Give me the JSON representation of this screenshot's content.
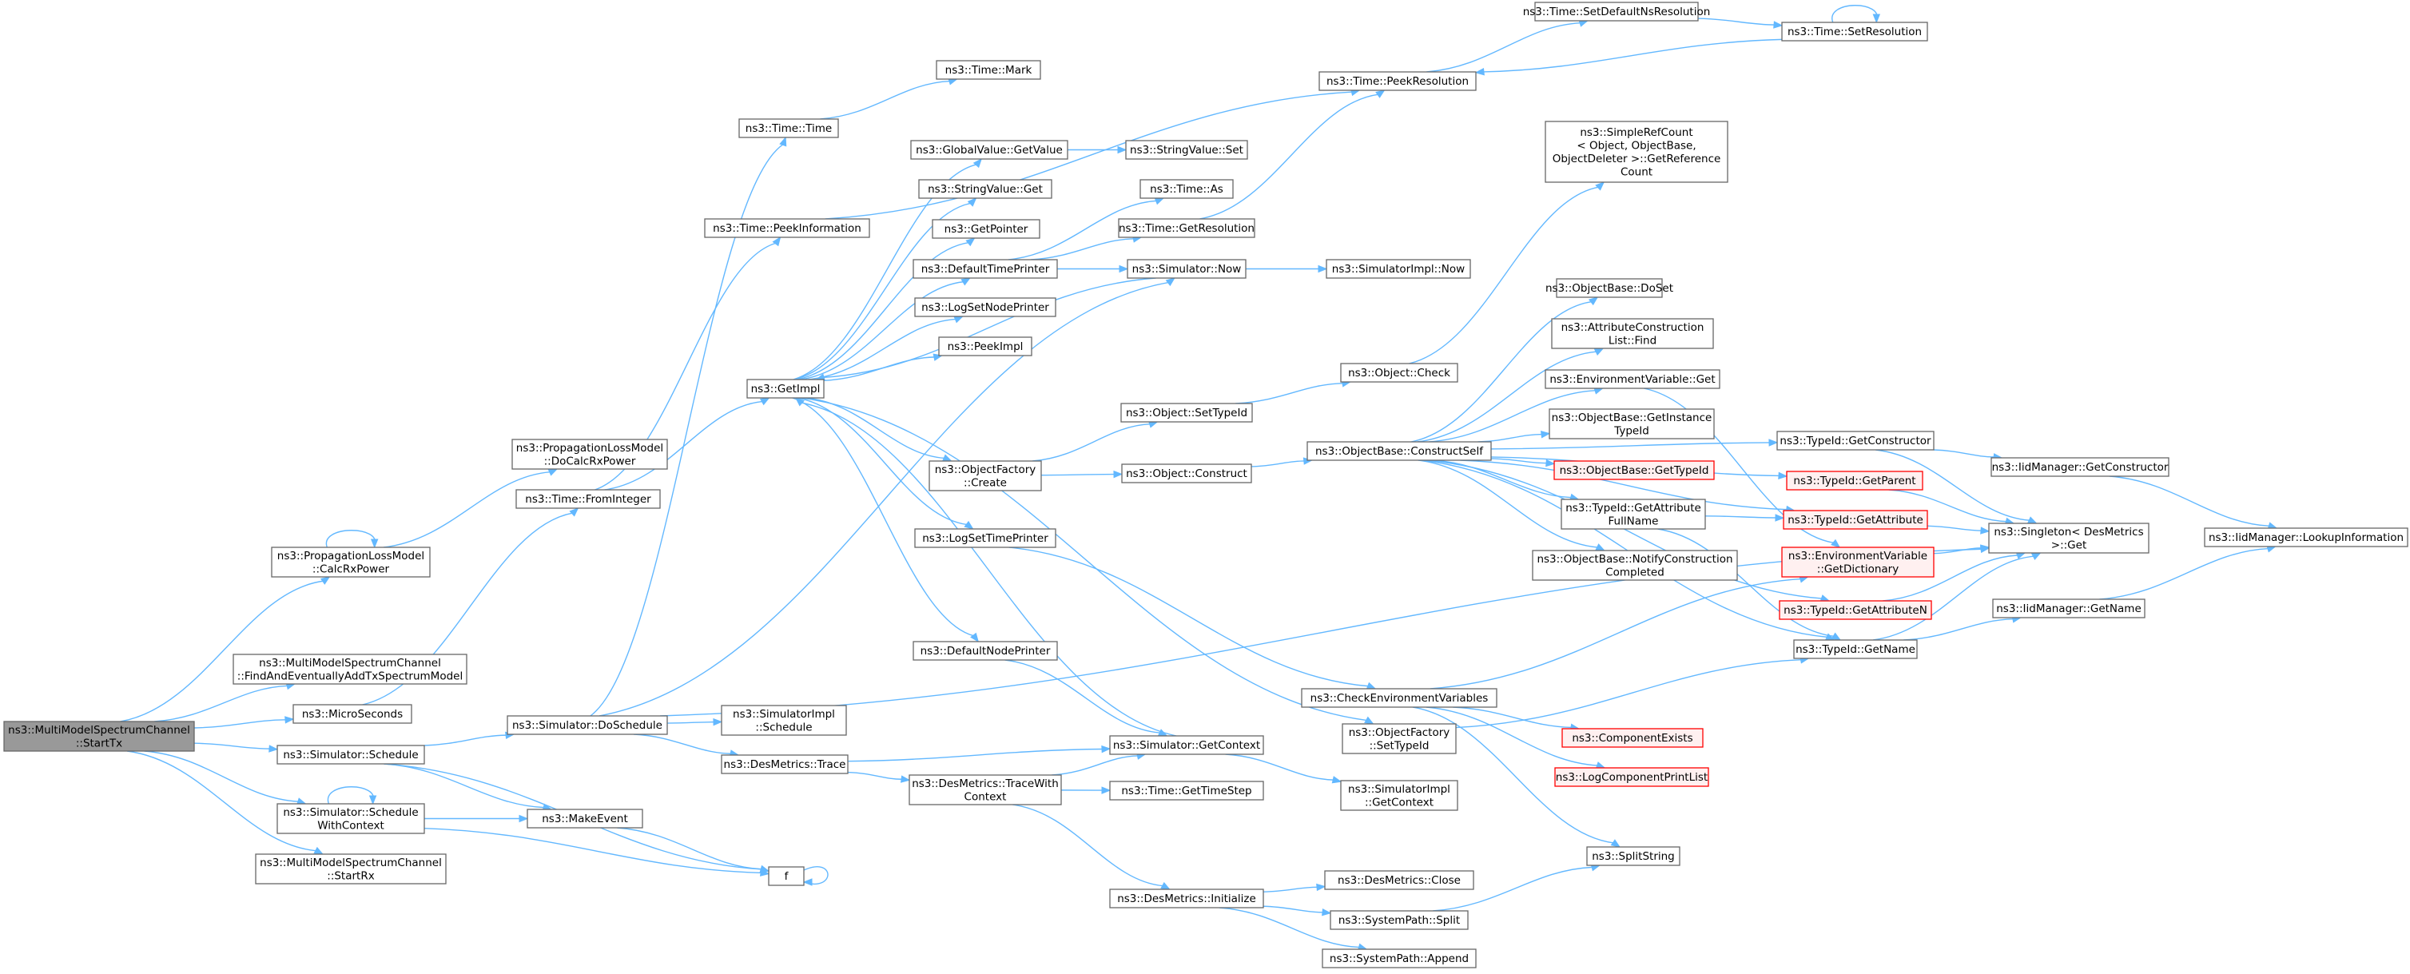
{
  "colors": {
    "edge": "#63b8ff",
    "node_border": "#666666",
    "root_fill": "#999999",
    "truncated_border": "#ff0000",
    "truncated_fill": "#fff0f0"
  },
  "nodes": [
    {
      "id": "starttx",
      "lines": [
        "ns3::MultiModelSpectrumChannel",
        "::StartTx"
      ],
      "style": "root"
    },
    {
      "id": "calcrxpower",
      "lines": [
        "ns3::PropagationLossModel",
        "::CalcRxPower"
      ]
    },
    {
      "id": "findaddtx",
      "lines": [
        "ns3::MultiModelSpectrumChannel",
        "::FindAndEventuallyAddTxSpectrumModel"
      ]
    },
    {
      "id": "microseconds",
      "lines": [
        "ns3::MicroSeconds"
      ]
    },
    {
      "id": "sim_schedule",
      "lines": [
        "ns3::Simulator::Schedule"
      ]
    },
    {
      "id": "sim_schedwithctx",
      "lines": [
        "ns3::Simulator::Schedule",
        "WithContext"
      ]
    },
    {
      "id": "startrx",
      "lines": [
        "ns3::MultiModelSpectrumChannel",
        "::StartRx"
      ]
    },
    {
      "id": "docalcrxpower",
      "lines": [
        "ns3::PropagationLossModel",
        "::DoCalcRxPower"
      ]
    },
    {
      "id": "time_frominteger",
      "lines": [
        "ns3::Time::FromInteger"
      ]
    },
    {
      "id": "sim_doschedule",
      "lines": [
        "ns3::Simulator::DoSchedule"
      ]
    },
    {
      "id": "makeevent",
      "lines": [
        "ns3::MakeEvent"
      ]
    },
    {
      "id": "f",
      "lines": [
        "f"
      ]
    },
    {
      "id": "time_time",
      "lines": [
        "ns3::Time::Time"
      ]
    },
    {
      "id": "time_peekinfo",
      "lines": [
        "ns3::Time::PeekInformation"
      ]
    },
    {
      "id": "getimpl",
      "lines": [
        "ns3::GetImpl"
      ]
    },
    {
      "id": "simimpl_schedule",
      "lines": [
        "ns3::SimulatorImpl",
        "::Schedule"
      ]
    },
    {
      "id": "desmetrics_trace",
      "lines": [
        "ns3::DesMetrics::Trace"
      ]
    },
    {
      "id": "time_mark",
      "lines": [
        "ns3::Time::Mark"
      ]
    },
    {
      "id": "gv_getvalue",
      "lines": [
        "ns3::GlobalValue::GetValue"
      ]
    },
    {
      "id": "sv_get",
      "lines": [
        "ns3::StringValue::Get"
      ]
    },
    {
      "id": "getpointer",
      "lines": [
        "ns3::GetPointer"
      ]
    },
    {
      "id": "defaulttimeprinter",
      "lines": [
        "ns3::DefaultTimePrinter"
      ]
    },
    {
      "id": "logsetnodeprinter",
      "lines": [
        "ns3::LogSetNodePrinter"
      ]
    },
    {
      "id": "peekimpl",
      "lines": [
        "ns3::PeekImpl"
      ]
    },
    {
      "id": "objfactory_create",
      "lines": [
        "ns3::ObjectFactory",
        "::Create"
      ]
    },
    {
      "id": "logsettimeprinter",
      "lines": [
        "ns3::LogSetTimePrinter"
      ]
    },
    {
      "id": "defaultnodeprinter",
      "lines": [
        "ns3::DefaultNodePrinter"
      ]
    },
    {
      "id": "traceWithContext",
      "lines": [
        "ns3::DesMetrics::TraceWith",
        "Context"
      ]
    },
    {
      "id": "sv_set",
      "lines": [
        "ns3::StringValue::Set"
      ]
    },
    {
      "id": "time_as",
      "lines": [
        "ns3::Time::As"
      ]
    },
    {
      "id": "time_getresolution",
      "lines": [
        "ns3::Time::GetResolution"
      ]
    },
    {
      "id": "sim_now",
      "lines": [
        "ns3::Simulator::Now"
      ]
    },
    {
      "id": "obj_settypeid",
      "lines": [
        "ns3::Object::SetTypeId"
      ]
    },
    {
      "id": "obj_construct",
      "lines": [
        "ns3::Object::Construct"
      ]
    },
    {
      "id": "sim_getcontext",
      "lines": [
        "ns3::Simulator::GetContext"
      ]
    },
    {
      "id": "time_gettimestep",
      "lines": [
        "ns3::Time::GetTimeStep"
      ]
    },
    {
      "id": "desmetrics_init",
      "lines": [
        "ns3::DesMetrics::Initialize"
      ]
    },
    {
      "id": "time_peekres",
      "lines": [
        "ns3::Time::PeekResolution"
      ]
    },
    {
      "id": "simimpl_now",
      "lines": [
        "ns3::SimulatorImpl::Now"
      ]
    },
    {
      "id": "obj_check",
      "lines": [
        "ns3::Object::Check"
      ]
    },
    {
      "id": "ob_constructself",
      "lines": [
        "ns3::ObjectBase::ConstructSelf"
      ]
    },
    {
      "id": "checkenvvars",
      "lines": [
        "ns3::CheckEnvironmentVariables"
      ]
    },
    {
      "id": "objfactory_settypeid",
      "lines": [
        "ns3::ObjectFactory",
        "::SetTypeId"
      ]
    },
    {
      "id": "simimpl_getcontext",
      "lines": [
        "ns3::SimulatorImpl",
        "::GetContext"
      ]
    },
    {
      "id": "desmetrics_close",
      "lines": [
        "ns3::DesMetrics::Close"
      ]
    },
    {
      "id": "systempath_split",
      "lines": [
        "ns3::SystemPath::Split"
      ]
    },
    {
      "id": "systempath_append",
      "lines": [
        "ns3::SystemPath::Append"
      ]
    },
    {
      "id": "time_setdefaultnsres",
      "lines": [
        "ns3::Time::SetDefaultNsResolution"
      ]
    },
    {
      "id": "time_setres",
      "lines": [
        "ns3::Time::SetResolution"
      ]
    },
    {
      "id": "simplerefcount",
      "lines": [
        "ns3::SimpleRefCount",
        "< Object, ObjectBase,",
        "ObjectDeleter >::GetReference",
        "Count"
      ]
    },
    {
      "id": "ob_doset",
      "lines": [
        "ns3::ObjectBase::DoSet"
      ]
    },
    {
      "id": "attrconstrfind",
      "lines": [
        "ns3::AttributeConstruction",
        "List::Find"
      ]
    },
    {
      "id": "envvar_get",
      "lines": [
        "ns3::EnvironmentVariable::Get"
      ]
    },
    {
      "id": "ob_getinstancetypeid",
      "lines": [
        "ns3::ObjectBase::GetInstance",
        "TypeId"
      ]
    },
    {
      "id": "ob_gettypeid",
      "lines": [
        "ns3::ObjectBase::GetTypeId"
      ],
      "style": "trunc"
    },
    {
      "id": "tid_getattrfullname",
      "lines": [
        "ns3::TypeId::GetAttribute",
        "FullName"
      ]
    },
    {
      "id": "ob_notifyconstr",
      "lines": [
        "ns3::ObjectBase::NotifyConstruction",
        "Completed"
      ]
    },
    {
      "id": "componentexists",
      "lines": [
        "ns3::ComponentExists"
      ],
      "style": "trunc"
    },
    {
      "id": "logcomplistprint",
      "lines": [
        "ns3::LogComponentPrintList"
      ],
      "style": "trunc"
    },
    {
      "id": "splitstring",
      "lines": [
        "ns3::SplitString"
      ]
    },
    {
      "id": "tid_getconstructor",
      "lines": [
        "ns3::TypeId::GetConstructor"
      ]
    },
    {
      "id": "tid_getparent",
      "lines": [
        "ns3::TypeId::GetParent"
      ],
      "style": "trunc"
    },
    {
      "id": "tid_getattribute",
      "lines": [
        "ns3::TypeId::GetAttribute"
      ],
      "style": "trunc"
    },
    {
      "id": "envvar_getdict",
      "lines": [
        "ns3::EnvironmentVariable",
        "::GetDictionary"
      ],
      "style": "trunc"
    },
    {
      "id": "tid_getattributen",
      "lines": [
        "ns3::TypeId::GetAttributeN"
      ],
      "style": "trunc"
    },
    {
      "id": "tid_getname",
      "lines": [
        "ns3::TypeId::GetName"
      ]
    },
    {
      "id": "iid_getconstructor",
      "lines": [
        "ns3::IidManager::GetConstructor"
      ]
    },
    {
      "id": "singleton_get",
      "lines": [
        "ns3::Singleton< DesMetrics",
        ">::Get"
      ]
    },
    {
      "id": "iid_getname",
      "lines": [
        "ns3::IidManager::GetName"
      ]
    },
    {
      "id": "iid_lookupinfo",
      "lines": [
        "ns3::IidManager::LookupInformation"
      ]
    }
  ],
  "edges": [
    [
      "starttx",
      "calcrxpower"
    ],
    [
      "starttx",
      "findaddtx"
    ],
    [
      "starttx",
      "microseconds"
    ],
    [
      "starttx",
      "sim_schedule"
    ],
    [
      "starttx",
      "sim_schedwithctx"
    ],
    [
      "starttx",
      "startrx"
    ],
    [
      "calcrxpower",
      "calcrxpower"
    ],
    [
      "calcrxpower",
      "docalcrxpower"
    ],
    [
      "microseconds",
      "time_frominteger"
    ],
    [
      "sim_schedule",
      "sim_doschedule"
    ],
    [
      "sim_schedule",
      "makeevent"
    ],
    [
      "sim_schedule",
      "f"
    ],
    [
      "sim_schedwithctx",
      "sim_schedwithctx"
    ],
    [
      "sim_schedwithctx",
      "makeevent"
    ],
    [
      "sim_schedwithctx",
      "f"
    ],
    [
      "time_frominteger",
      "time_peekinfo"
    ],
    [
      "time_frominteger",
      "getimpl"
    ],
    [
      "sim_doschedule",
      "time_time"
    ],
    [
      "sim_doschedule",
      "simimpl_schedule"
    ],
    [
      "sim_doschedule",
      "desmetrics_trace"
    ],
    [
      "sim_doschedule",
      "sim_now"
    ],
    [
      "sim_doschedule",
      "singleton_get"
    ],
    [
      "makeevent",
      "f"
    ],
    [
      "f",
      "f"
    ],
    [
      "time_time",
      "time_mark"
    ],
    [
      "time_peekinfo",
      "time_peekres"
    ],
    [
      "getimpl",
      "gv_getvalue"
    ],
    [
      "getimpl",
      "sv_get"
    ],
    [
      "getimpl",
      "getpointer"
    ],
    [
      "getimpl",
      "defaulttimeprinter"
    ],
    [
      "getimpl",
      "logsetnodeprinter"
    ],
    [
      "getimpl",
      "peekimpl"
    ],
    [
      "getimpl",
      "objfactory_create"
    ],
    [
      "getimpl",
      "logsettimeprinter"
    ],
    [
      "getimpl",
      "defaultnodeprinter"
    ],
    [
      "getimpl",
      "objfactory_settypeid"
    ],
    [
      "desmetrics_trace",
      "sim_getcontext"
    ],
    [
      "desmetrics_trace",
      "traceWithContext"
    ],
    [
      "gv_getvalue",
      "sv_set"
    ],
    [
      "defaulttimeprinter",
      "time_as"
    ],
    [
      "defaulttimeprinter",
      "time_getresolution"
    ],
    [
      "defaulttimeprinter",
      "sim_now"
    ],
    [
      "objfactory_create",
      "obj_settypeid"
    ],
    [
      "objfactory_create",
      "obj_construct"
    ],
    [
      "logsettimeprinter",
      "checkenvvars"
    ],
    [
      "defaultnodeprinter",
      "sim_getcontext"
    ],
    [
      "traceWithContext",
      "sim_getcontext"
    ],
    [
      "traceWithContext",
      "time_gettimestep"
    ],
    [
      "traceWithContext",
      "desmetrics_init"
    ],
    [
      "time_getresolution",
      "time_peekres"
    ],
    [
      "sim_now",
      "simimpl_now"
    ],
    [
      "sim_now",
      "getimpl"
    ],
    [
      "obj_settypeid",
      "obj_check"
    ],
    [
      "obj_construct",
      "ob_constructself"
    ],
    [
      "sim_getcontext",
      "simimpl_getcontext"
    ],
    [
      "sim_getcontext",
      "getimpl"
    ],
    [
      "desmetrics_init",
      "desmetrics_close"
    ],
    [
      "desmetrics_init",
      "systempath_split"
    ],
    [
      "desmetrics_init",
      "systempath_append"
    ],
    [
      "time_peekres",
      "time_setdefaultnsres"
    ],
    [
      "time_setdefaultnsres",
      "time_setres"
    ],
    [
      "time_setres",
      "time_setres"
    ],
    [
      "time_setres",
      "time_peekres"
    ],
    [
      "obj_check",
      "simplerefcount"
    ],
    [
      "ob_constructself",
      "ob_doset"
    ],
    [
      "ob_constructself",
      "attrconstrfind"
    ],
    [
      "ob_constructself",
      "envvar_get"
    ],
    [
      "ob_constructself",
      "ob_getinstancetypeid"
    ],
    [
      "ob_constructself",
      "ob_gettypeid"
    ],
    [
      "ob_constructself",
      "tid_getattrfullname"
    ],
    [
      "ob_constructself",
      "ob_notifyconstr"
    ],
    [
      "ob_constructself",
      "tid_getconstructor"
    ],
    [
      "ob_constructself",
      "tid_getparent"
    ],
    [
      "ob_constructself",
      "tid_getattribute"
    ],
    [
      "ob_constructself",
      "tid_getattributen"
    ],
    [
      "ob_constructself",
      "tid_getname"
    ],
    [
      "checkenvvars",
      "envvar_getdict"
    ],
    [
      "checkenvvars",
      "componentexists"
    ],
    [
      "checkenvvars",
      "logcomplistprint"
    ],
    [
      "checkenvvars",
      "splitstring"
    ],
    [
      "objfactory_settypeid",
      "tid_getname"
    ],
    [
      "systempath_split",
      "splitstring"
    ],
    [
      "envvar_get",
      "envvar_getdict"
    ],
    [
      "tid_getattrfullname",
      "tid_getattribute"
    ],
    [
      "tid_getattrfullname",
      "tid_getname"
    ],
    [
      "tid_getconstructor",
      "iid_getconstructor"
    ],
    [
      "tid_getconstructor",
      "singleton_get"
    ],
    [
      "tid_getparent",
      "singleton_get"
    ],
    [
      "tid_getattribute",
      "singleton_get"
    ],
    [
      "envvar_getdict",
      "singleton_get"
    ],
    [
      "tid_getattributen",
      "singleton_get"
    ],
    [
      "tid_getname",
      "iid_getname"
    ],
    [
      "tid_getname",
      "singleton_get"
    ],
    [
      "iid_getconstructor",
      "iid_lookupinfo"
    ],
    [
      "iid_getname",
      "iid_lookupinfo"
    ]
  ]
}
